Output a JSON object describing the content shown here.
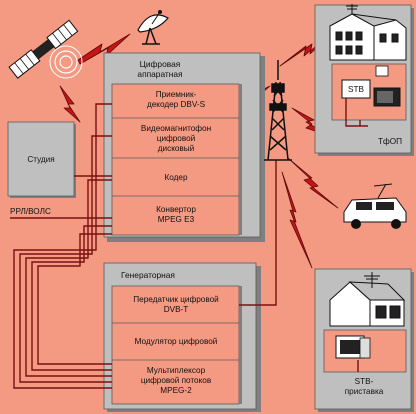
{
  "apparatus": {
    "title_line1": "Цифровая",
    "title_line2": "аппаратная",
    "receiver_line1": "Приемник-",
    "receiver_line2": "декодер DBV-S",
    "vcr_line1": "Видеомагнитофон",
    "vcr_line2": "цифровой",
    "vcr_line3": "дисковый",
    "coder": "Кодер",
    "converter_line1": "Конвертор",
    "converter_line2": "MPEG E3"
  },
  "studio": {
    "label": "Студия"
  },
  "rrl": {
    "label": "РРЛ/ВОЛС"
  },
  "generator": {
    "title": "Генераторная",
    "transmitter_line1": "Передатчик цифровой",
    "transmitter_line2": "DVB-T",
    "modulator": "Модулятор цифровой",
    "mux_line1": "Мультиплексор",
    "mux_line2": "цифровой потоков",
    "mux_line3": "MPEG-2"
  },
  "houses": {
    "tfop_label": "ТфОП",
    "stb_label": "STB",
    "stb_box_line1": "STB-",
    "stb_box_line2": "приставка"
  },
  "colors": {
    "background": "#f49a83",
    "box_fill": "#bfbfbf",
    "box_shadow": "#7f7f7f",
    "inner_fill": "#f49a83",
    "line": "#7a1010",
    "bolt": "#c81414"
  }
}
